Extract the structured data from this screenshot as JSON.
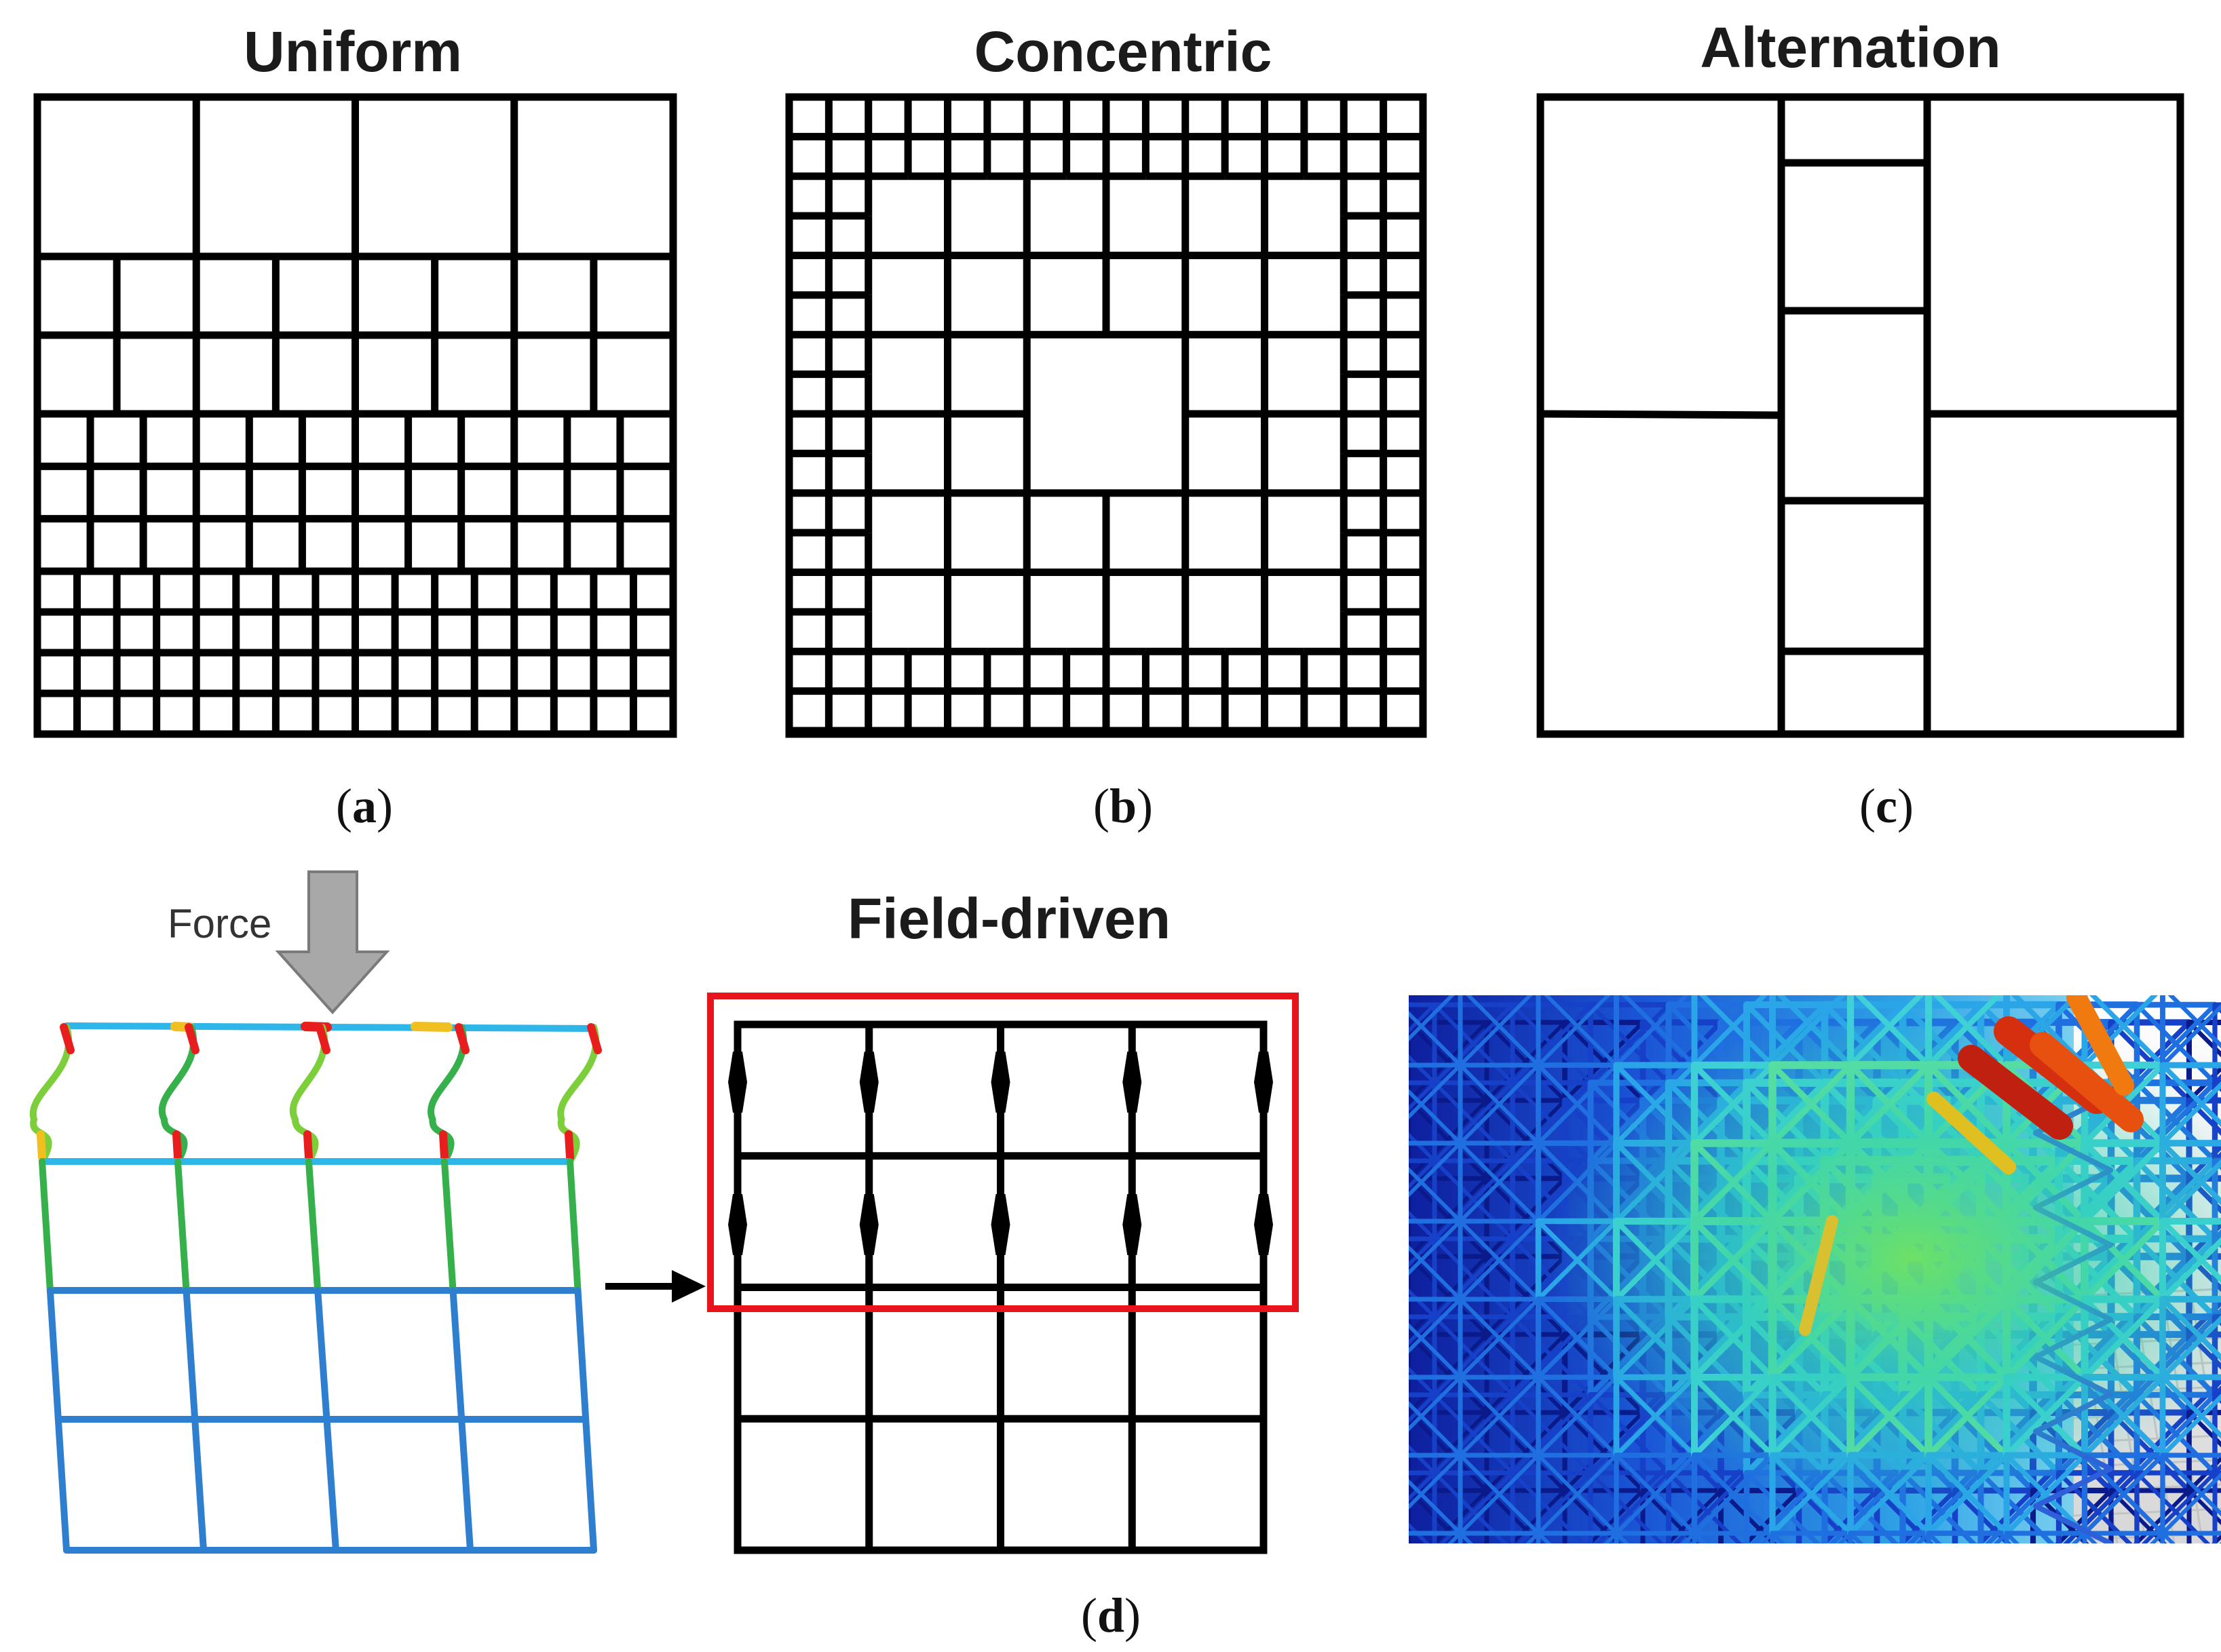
{
  "panels": {
    "a": {
      "title": "Uniform",
      "caption_letter": "a"
    },
    "b": {
      "title": "Concentric",
      "caption_letter": "b"
    },
    "c": {
      "title": "Alternation",
      "caption_letter": "c"
    },
    "d": {
      "title": "Field-driven",
      "caption_letter": "d",
      "force_label": "Force"
    }
  },
  "colors": {
    "lattice": "#000000",
    "highlight_box": "#e8141b",
    "force_arrow": "#a8a8a8",
    "deform_blue": "#2f7fd1",
    "deform_cyan": "#2fb6e8",
    "deform_green": "#36b04a",
    "deform_lightgreen": "#7ccf3a",
    "deform_red": "#e81e1e",
    "deform_yellow": "#f0c020"
  }
}
